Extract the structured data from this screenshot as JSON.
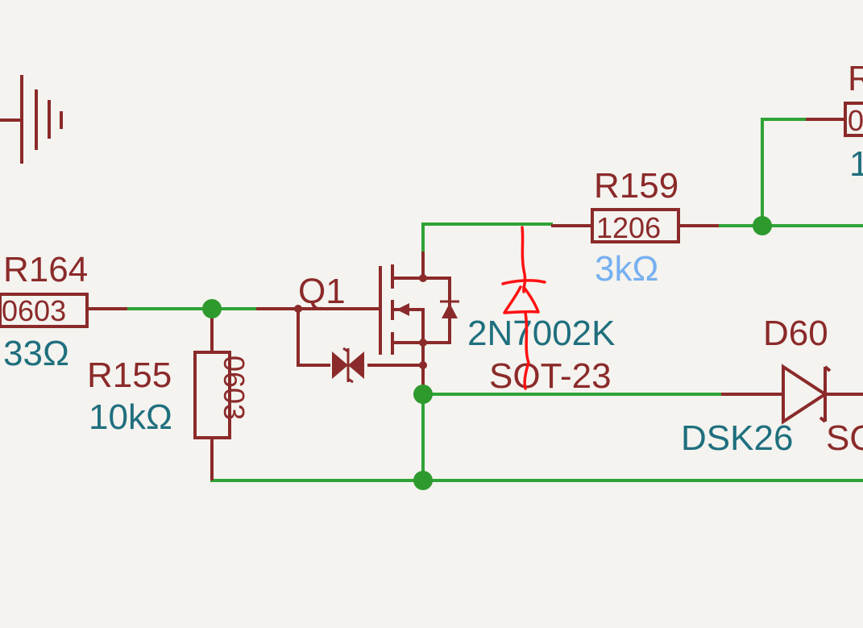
{
  "labels": {
    "r_topright": "R",
    "r_topright_pkg": "0",
    "r_topright_val": "1",
    "r164": "R164",
    "r164_pkg": "0603",
    "r164_val": "33Ω",
    "r155": "R155",
    "r155_val": "10kΩ",
    "r155_pkg": "0603",
    "q1": "Q1",
    "q1_part": "2N7002K",
    "q1_pkg": "SOT-23",
    "r159": "R159",
    "r159_pkg": "1206",
    "r159_val": "3kΩ",
    "d60": "D60",
    "d60_part": "DSK26",
    "d60_pkg": "SO"
  },
  "colors": {
    "background": "#f4f3ef",
    "wire": "#2fa335",
    "symbol": "#8b2a2a",
    "value_text": "#1f6f7e",
    "highlight_value": "#76b0f0",
    "annotation": "#ff1111"
  }
}
